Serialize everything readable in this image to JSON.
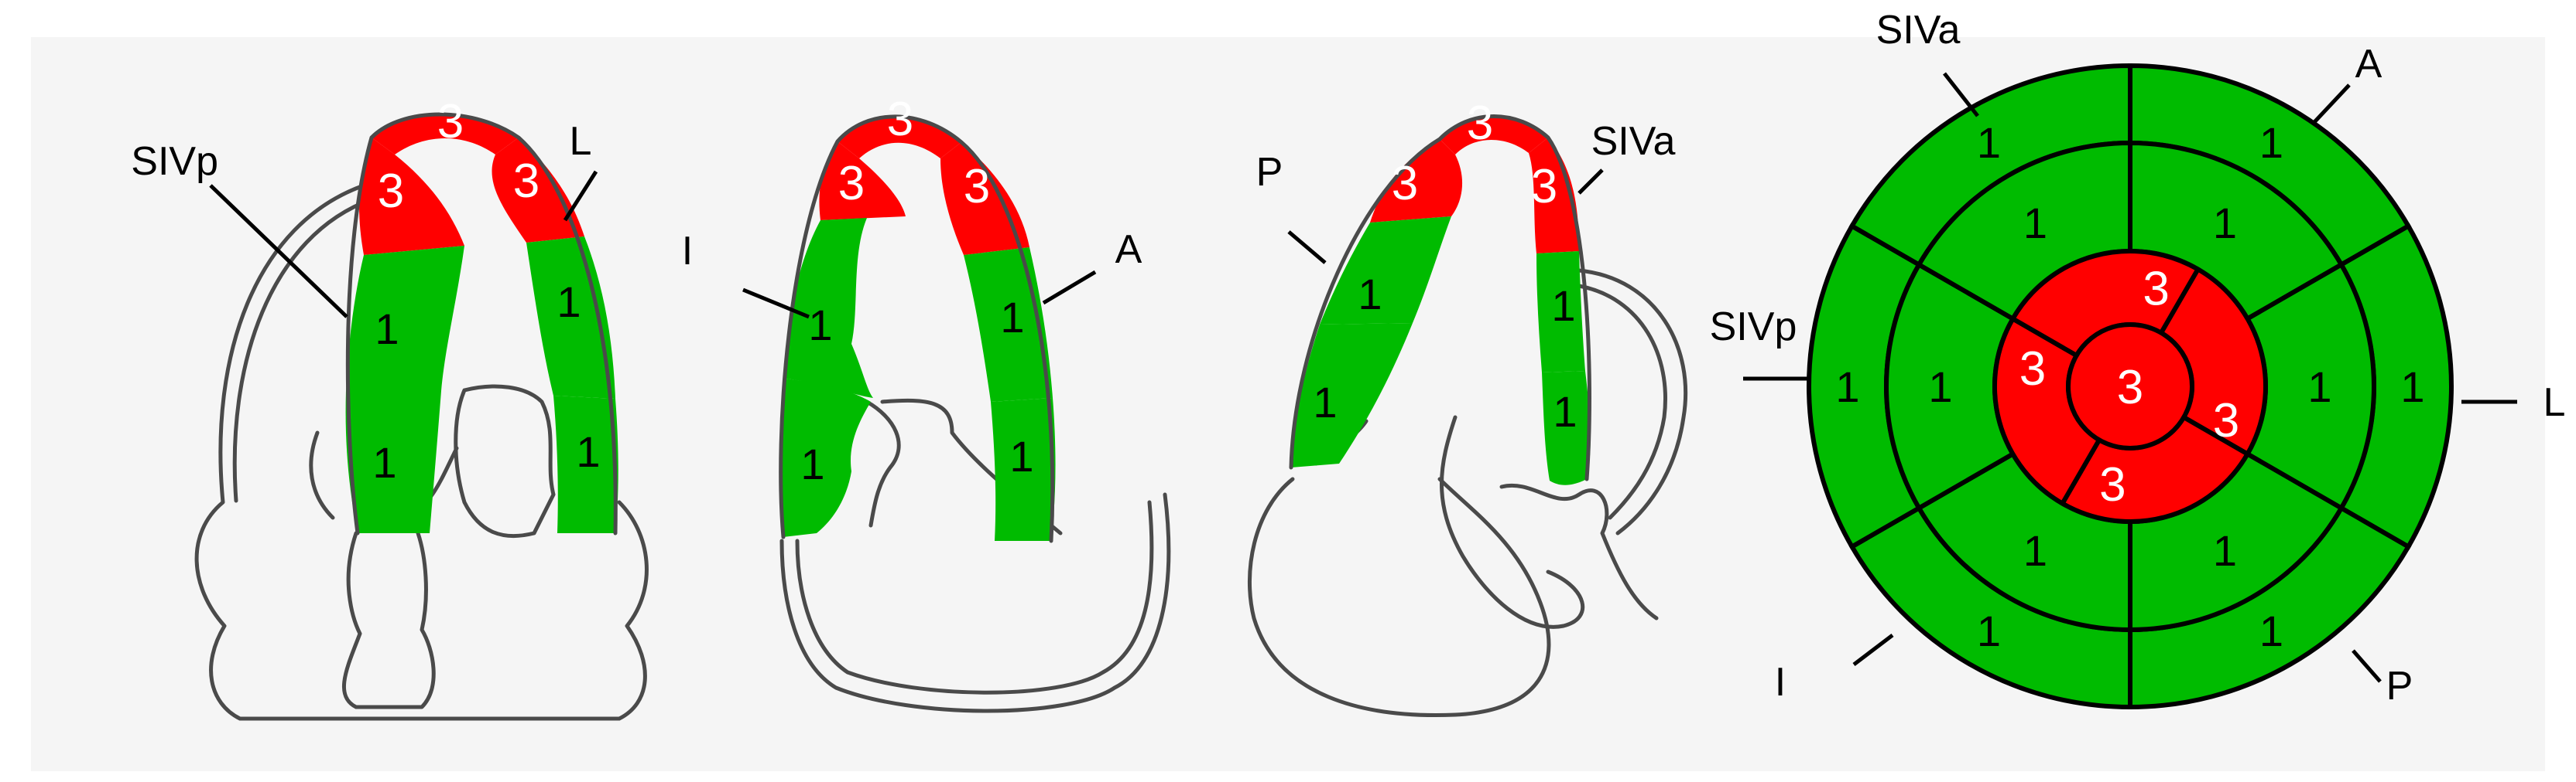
{
  "colors": {
    "scar": "#ff0000",
    "viable": "#00bb00",
    "panel_bg": "#f5f5f5",
    "outline": "#4a4a4a",
    "ink": "#000000"
  },
  "views": [
    {
      "id": "four-chamber",
      "labels": {
        "left": "SIVp",
        "right": "L"
      },
      "segments": [
        "3",
        "3",
        "3",
        "1",
        "1",
        "1",
        "1"
      ]
    },
    {
      "id": "two-chamber",
      "labels": {
        "left": "I",
        "right": "A"
      },
      "segments": [
        "3",
        "3",
        "3",
        "1",
        "1",
        "1",
        "1"
      ]
    },
    {
      "id": "long-axis",
      "labels": {
        "left": "P",
        "right": "SIVa"
      },
      "segments": [
        "3",
        "3",
        "3",
        "1",
        "1",
        "1",
        "1"
      ]
    }
  ],
  "bullseye": {
    "labels": {
      "top_left": "SIVa",
      "top_right": "A",
      "left": "SIVp",
      "right": "L",
      "bottom_left": "I",
      "bottom_right": "P"
    },
    "basal": [
      "1",
      "1",
      "1",
      "1",
      "1",
      "1"
    ],
    "mid": [
      "1",
      "1",
      "1",
      "1",
      "1",
      "1"
    ],
    "apical": [
      "3",
      "3",
      "3",
      "3"
    ],
    "apex": "3"
  }
}
